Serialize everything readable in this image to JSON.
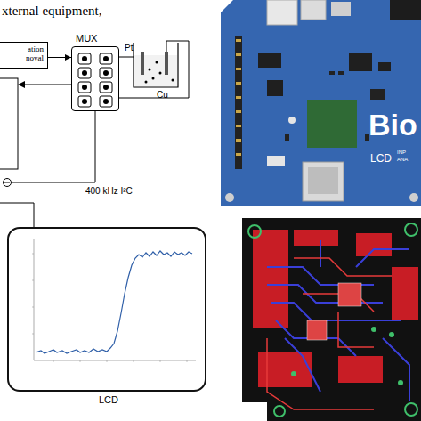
{
  "diagram": {
    "nodes": [
      {
        "text": [
          "ation noval"
        ]
      },
      {
        "text": [
          "MUX"
        ]
      },
      {
        "text": [
          "LCD"
        ]
      }
    ],
    "edges": [
      {
        "from": 0,
        "to": 1,
        "arrow": "to"
      }
    ],
    "labels": [
      "xternal equipment,",
      "Pt",
      "Cu",
      "400 kHz I²C",
      "Bio",
      "LCD",
      "INP",
      "ANA"
    ]
  }
}
